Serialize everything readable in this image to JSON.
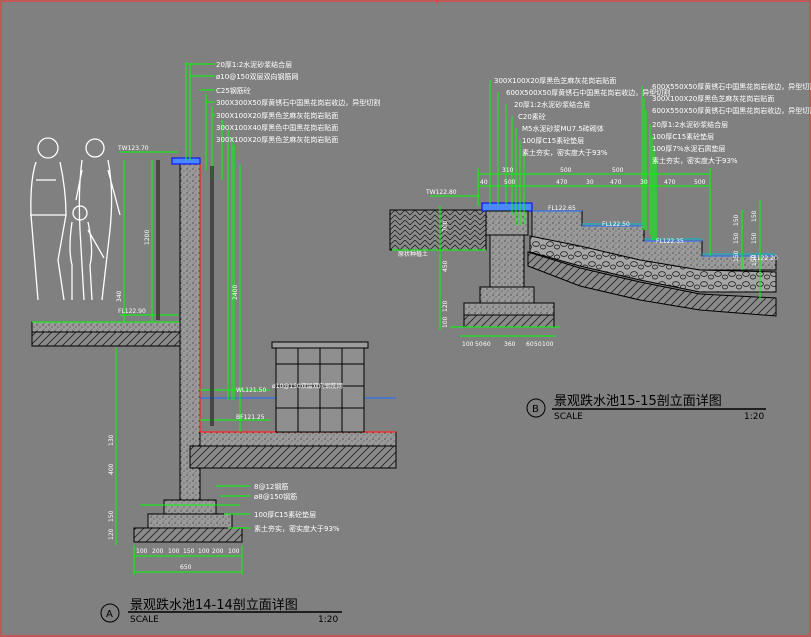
{
  "section_a": {
    "title": "景观跌水池14-14剖立面详图",
    "scale_label": "SCALE",
    "scale_value": "1:20",
    "circle": "A",
    "labels_top": [
      "20厚1:2水泥砂浆结合层",
      "ø10@150双层双向钢筋网",
      "C25钢筋砼",
      "300X300X50厚黄锈石中国黑花岗岩收边，异型切割",
      "300X100X20厚黑色芝麻灰花岗岩贴面",
      "300X100X40厚黑色中国黑花岗岩贴面",
      "300X100X20厚黑色芝麻灰花岗岩贴面"
    ],
    "labels_bottom": [
      "8@12钢筋",
      "ø8@150钢筋",
      "100厚C15素砼垫层",
      "素土夯实，密实度大于93%"
    ],
    "elevations": {
      "tw": "TW123.70",
      "fl_left": "FL122.90",
      "wl": "WL121.50",
      "bf": "BF121.25",
      "mesh_note": "ø10@150双层双向钢筋网"
    },
    "dims_vertical": [
      "1200",
      "340",
      "2400",
      "130",
      "400",
      "150",
      "120"
    ],
    "dims_bottom": [
      "100",
      "200",
      "100",
      "150",
      "100",
      "200",
      "100"
    ],
    "dim_total": "650"
  },
  "section_b": {
    "title": "景观跌水池15-15剖立面详图",
    "scale_label": "SCALE",
    "scale_value": "1:20",
    "circle": "B",
    "labels_left": [
      "300X100X20厚黑色芝麻灰花岗岩贴面",
      "600X500X50厚黄锈石中国黑花岗岩收边，异型切割",
      "20厚1:2水泥砂浆结合层",
      "C20素砼",
      "M5水泥砂浆MU7.5砖砌体",
      "100厚C15素砼垫层",
      "素土夯实，密实度大于93%"
    ],
    "labels_right": [
      "600X550X50厚黄锈石中国黑花岗岩收边，异型切割",
      "300X100X20厚黑色芝麻灰花岗岩贴面",
      "600X550X50厚黄锈石中国黑花岗岩收边，异型切割",
      "20厚1:2水泥砂浆结合层",
      "100厚C15素砼垫层",
      "100厚7%水泥石屑垫层",
      "素土夯实，密实度大于93%"
    ],
    "elevations": {
      "tw": "TW122.80",
      "fl1": "FL122.65",
      "fl2": "FL122.50",
      "fl3": "FL122.35",
      "fl4": "FL122.20"
    },
    "soil_note": "原状种植土",
    "dims_top1": [
      "310",
      "500",
      "500"
    ],
    "dims_top2": [
      "40",
      "500",
      "470",
      "30",
      "470",
      "30",
      "470",
      "500"
    ],
    "dims_left_vertical": [
      "700",
      "450",
      "120",
      "100"
    ],
    "dims_bottom": [
      "100",
      "50",
      "60",
      "360",
      "60",
      "50",
      "100"
    ],
    "dims_right_vertical": [
      "150",
      "150",
      "150",
      "150",
      "150",
      "150"
    ]
  }
}
